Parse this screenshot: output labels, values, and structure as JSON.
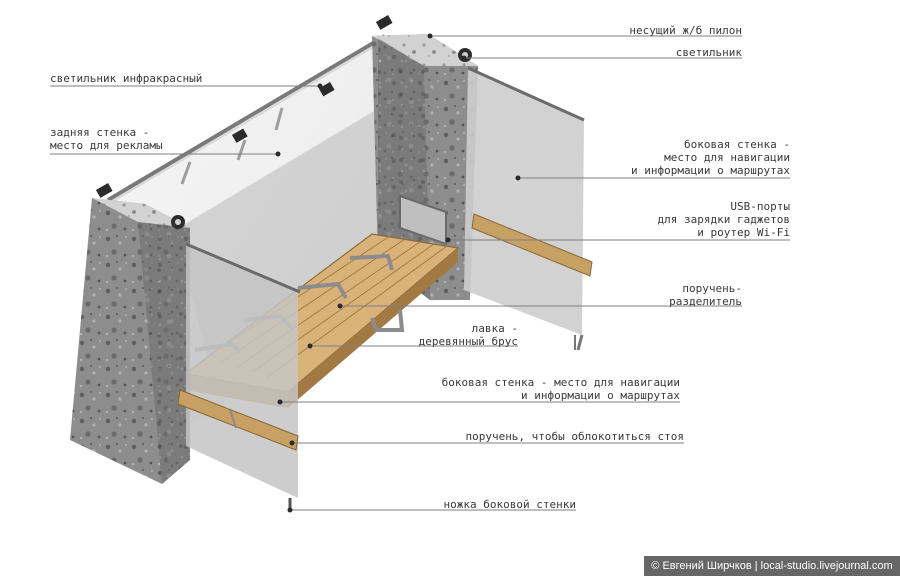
{
  "labels": {
    "pylon": "несущий ж/б пилон",
    "lamp": "светильник",
    "ir_lamp": "светильник инфракрасный",
    "back_wall": [
      "задняя стенка -",
      "место для рекламы"
    ],
    "side_wall_right": [
      "боковая стенка -",
      "место для навигации",
      "и информации о маршрутах"
    ],
    "usb": [
      "USB-порты",
      "для зарядки гаджетов",
      "и роутер Wi-Fi"
    ],
    "divider": [
      "поручень-",
      "разделитель"
    ],
    "bench": [
      "лавка -",
      "деревянный брус"
    ],
    "side_wall_front": [
      "боковая стенка - место для навигации",
      "и информации о маршрутах"
    ],
    "handrail": "поручень, чтобы облокотиться стоя",
    "leg": "ножка боковой стенки"
  },
  "credit": "© Евгений Ширчков  |  local-studio.livejournal.com"
}
